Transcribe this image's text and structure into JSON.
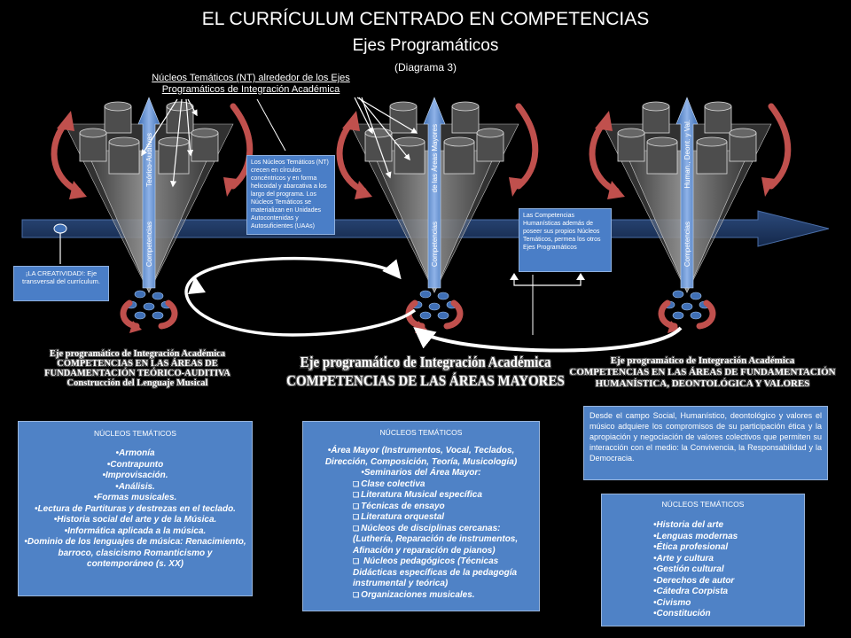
{
  "title": {
    "main": "EL CURRÍCULUM CENTRADO EN COMPETENCIAS",
    "sub": "Ejes Programáticos",
    "diagram": "(Diagrama 3)"
  },
  "nt_caption": "Núcleos Temáticos (NT) alrededor de los Ejes Programáticos de Integración Académica",
  "cones": [
    {
      "top_label": "Teórico-Auditivas",
      "bottom_label": "Competencias"
    },
    {
      "top_label": "de las Áreas Mayores",
      "bottom_label": "Competencias"
    },
    {
      "top_label": "Human., Deont. y Val.",
      "bottom_label": "Competencias"
    }
  ],
  "notes": {
    "nt_spiral": "Los Núcleos Temáticos (NT) crecen en círculos concéntricos y en forma helicoidal y abarcativa a los largo del programa. Los Núcleos Temáticos se materializan en Unidades Autocontenidas y Autosuficientes (UAAs)",
    "humanistic_competences": "Las Competencias Humanísticas además de poseer sus propios Núcleos Temáticos, permea los otros Ejes Programáticos",
    "creativity": "¡LA CREATIVIDAD!: Eje transversal del currículum."
  },
  "axes": [
    {
      "line1": "Eje programático de Integración Académica",
      "line2": "COMPETENCIAS EN LAS ÁREAS DE",
      "line3": "FUNDAMENTACIÓN TEÓRICO-AUDITIVA",
      "line4": "Construcción del Lenguaje Musical"
    },
    {
      "line1": "Eje programático de Integración Académica",
      "line2": "COMPETENCIAS DE LAS ÁREAS MAYORES"
    },
    {
      "line1": "Eje programático de Integración Académica",
      "line2": "COMPETENCIAS EN LAS ÁREAS DE FUNDAMENTACIÓN",
      "line3": "HUMANÍSTICA, DEONTOLÓGICA Y VALORES"
    }
  ],
  "panels": {
    "left": {
      "title": "NÚCLEOS TEMÁTICOS",
      "items": [
        "Armonía",
        "Contrapunto",
        "Improvisación.",
        "Análisis.",
        "Formas musicales.",
        "Lectura de Partituras y destrezas en el teclado.",
        "Historia social del arte y de la Música.",
        "Informática aplicada a la música.",
        "Dominio de los lenguajes de música: Renacimiento, barroco, clasicismo Romanticismo y contemporáneo (s. XX)"
      ]
    },
    "middle": {
      "title": "NÚCLEOS TEMÁTICOS",
      "bullets": [
        "Área Mayor (Instrumentos, Vocal, Teclados, Dirección, Composición, Teoría, Musicología)",
        "Seminarios del Área Mayor:"
      ],
      "checks": [
        "Clase colectiva",
        "Literatura Musical específica",
        "Técnicas de ensayo",
        "Literatura orquestal",
        "Núcleos de disciplinas cercanas: (Luthería, Reparación de instrumentos, Afinación y reparación de pianos)",
        " Núcleos pedagógicos (Técnicas Didácticas específicas de la pedagogía instrumental y teórica)",
        "Organizaciones musicales."
      ]
    },
    "humanistic": "Desde el campo Social, Humanístico, deontológico y valores el músico adquiere los compromisos de su participación ética y la apropiación y negociación de valores colectivos que permiten su interacción con el medio: la Convivencia, la Responsabilidad y la Democracia.",
    "right": {
      "title": "NÚCLEOS TEMÁTICOS",
      "items": [
        "Historia del arte",
        "Lenguas modernas",
        "Ética profesional",
        "Arte y cultura",
        "Gestión cultural",
        "Derechos de autor",
        "Cátedra Corpista",
        "Civismo",
        "Constitución"
      ]
    }
  },
  "colors": {
    "background": "#000000",
    "panel_blue": "#4f82c6",
    "band_navy": "#203864",
    "cone_gray": "#7f7f7f",
    "arrow_red": "#c0504d"
  }
}
